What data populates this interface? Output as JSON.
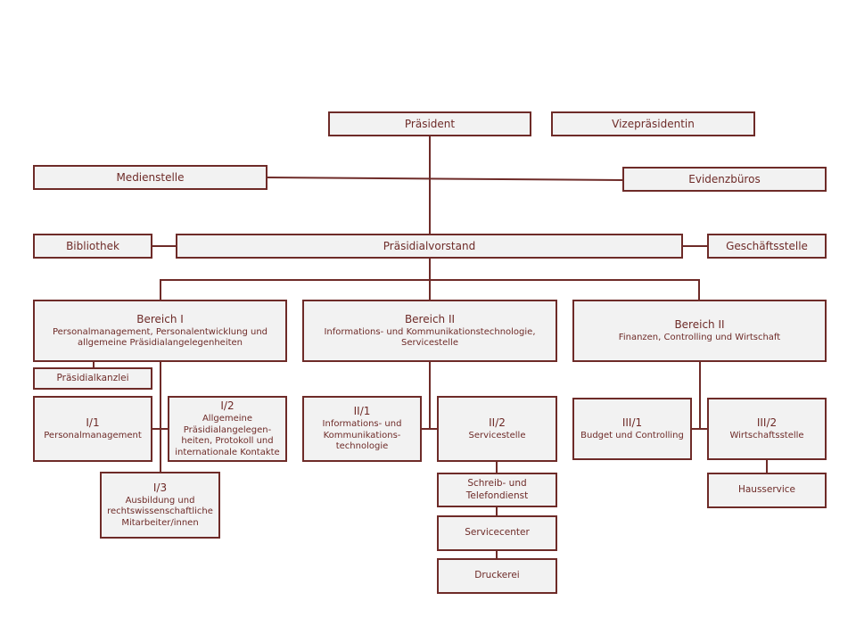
{
  "colors": {
    "line": "#6e2b28",
    "box_fill": "#f2f2f2",
    "text": "#6e2b28"
  },
  "top": {
    "praesident": "Präsident",
    "vizepraesidentin": "Vizepräsidentin",
    "medienstelle": "Medienstelle",
    "evidenzbueros": "Evidenzbüros",
    "bibliothek": "Bibliothek",
    "praesidialvorstand": "Präsidialvorstand",
    "geschaeftsstelle": "Geschäftsstelle"
  },
  "bereich1": {
    "title": "Bereich  I",
    "line1": "Personalmanagement, Personalentwicklung und",
    "line2": "allgemeine Präsidialangelegenheiten",
    "kanzlei": "Präsidialkanzlei",
    "u1": {
      "code": "I/1",
      "name": "Personalmanagement"
    },
    "u2": {
      "code": "I/2",
      "l1": "Allgemeine",
      "l2": "Präsidialangelegen-",
      "l3": "heiten, Protokoll und",
      "l4": "internationale Kontakte"
    },
    "u3": {
      "code": "I/3",
      "l1": "Ausbildung und",
      "l2": "rechtswissenschaftliche",
      "l3": "Mitarbeiter/innen"
    }
  },
  "bereich2": {
    "title": "Bereich  II",
    "line1": "Informations- und Kommunikationstechnologie,",
    "line2": "Servicestelle",
    "u1": {
      "code": "II/1",
      "l1": "Informations- und",
      "l2": "Kommunikations-",
      "l3": "technologie"
    },
    "u2": {
      "code": "II/2",
      "name": "Servicestelle"
    },
    "schreib": {
      "l1": "Schreib- und",
      "l2": "Telefondienst"
    },
    "servicecenter": "Servicecenter",
    "druckerei": "Druckerei"
  },
  "bereich3": {
    "title": "Bereich  II",
    "line1": "Finanzen, Controlling und Wirtschaft",
    "u1": {
      "code": "III/1",
      "name": "Budget und Controlling"
    },
    "u2": {
      "code": "III/2",
      "name": "Wirtschaftsstelle"
    },
    "hausservice": "Hausservice"
  }
}
